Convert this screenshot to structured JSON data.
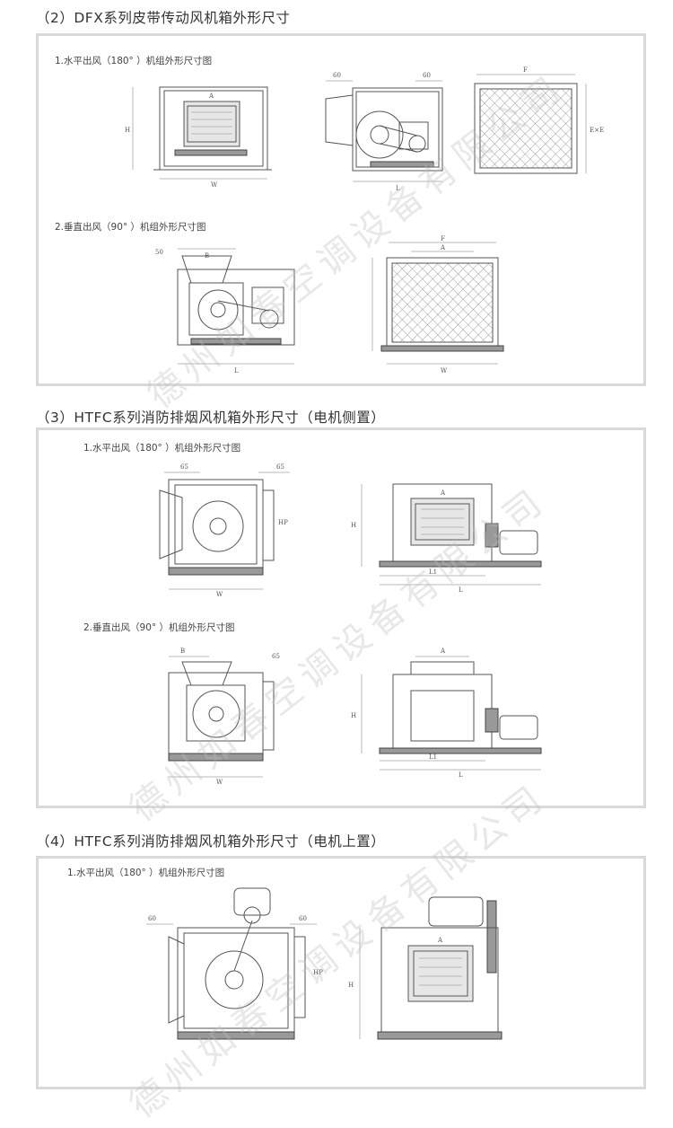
{
  "sections": [
    {
      "title": "（2）DFX系列皮带传动风机箱外形尺寸",
      "subs": [
        "1.水平出风（180°  ）机组外形尺寸图",
        "2.垂直出风（90°  ）机组外形尺寸图"
      ]
    },
    {
      "title": "（3）HTFC系列消防排烟风机箱外形尺寸（电机侧置）",
      "subs": [
        "1.水平出风（180°  ）机组外形尺寸图",
        "2.垂直出风（90°  ）机组外形尺寸图"
      ]
    },
    {
      "title": "（4）HTFC系列消防排烟风机箱外形尺寸（电机上置）",
      "subs": [
        "1.水平出风（180°  ）机组外形尺寸图"
      ]
    }
  ],
  "dims": {
    "A": "A",
    "B": "B",
    "F": "F",
    "L": "L",
    "L1": "L1",
    "W": "W",
    "H": "H",
    "d60": "60",
    "d65": "65",
    "d50": "50",
    "HP": "HP"
  },
  "watermark": "德州如春空调设备有限公司"
}
